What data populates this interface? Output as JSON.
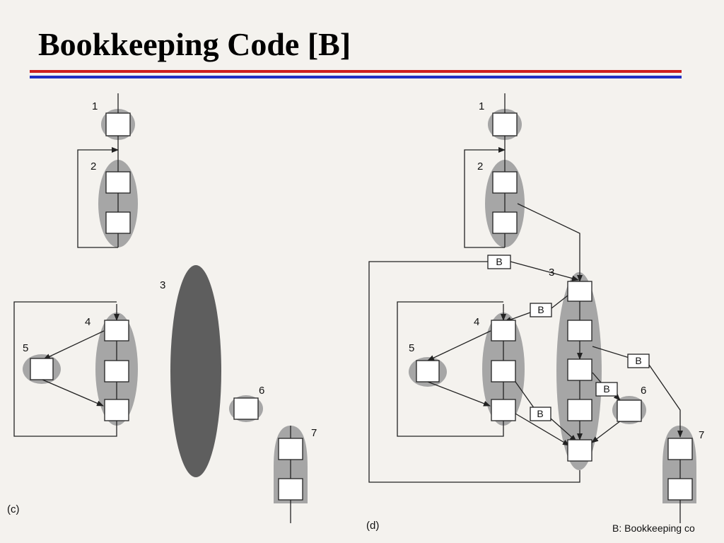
{
  "slide": {
    "title": "Bookkeeping Code [B]"
  },
  "figure_c": {
    "caption": "(c)",
    "labels": [
      "1",
      "2",
      "3",
      "4",
      "5",
      "6",
      "7"
    ]
  },
  "figure_d": {
    "caption": "(d)",
    "labels": [
      "1",
      "2",
      "3",
      "4",
      "5",
      "6",
      "7"
    ],
    "bookkeeping_marker": "B"
  },
  "legend": {
    "text": "B: Bookkeeping co"
  },
  "colors": {
    "title_rule_top": "#cc1f1f",
    "title_rule_bottom": "#1f2fc4",
    "region_fill": "#a6a6a6",
    "region_dark": "#5e5e5e"
  }
}
